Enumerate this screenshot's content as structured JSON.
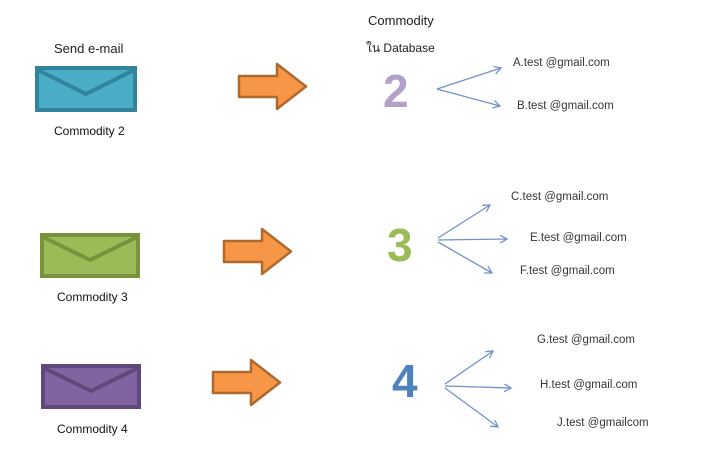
{
  "labels": {
    "send_email": "Send e-mail",
    "db_title_line1": "Commodity",
    "db_title_line2": "ใน Database"
  },
  "rows": [
    {
      "commodity": "Commodity 2",
      "number": "2",
      "number_color": "#B3A2C7",
      "envelope_fill": "#4BACC6",
      "envelope_stroke": "#31849B",
      "emails": [
        "A.test @gmail.com",
        "B.test @gmail.com"
      ]
    },
    {
      "commodity": "Commodity 3",
      "number": "3",
      "number_color": "#9BBB59",
      "envelope_fill": "#9BBB59",
      "envelope_stroke": "#77933C",
      "emails": [
        "C.test @gmail.com",
        "E.test @gmail.com",
        "F.test @gmail.com"
      ]
    },
    {
      "commodity": "Commodity 4",
      "number": "4",
      "number_color": "#4F81BD",
      "envelope_fill": "#8064A2",
      "envelope_stroke": "#5F497A",
      "emails": [
        "G.test @gmail.com",
        "H.test @gmail.com",
        "J.test @gmailcom"
      ]
    }
  ],
  "shapes": {
    "block_arrow_fill": "#F79646",
    "block_arrow_stroke": "#AE6A2D",
    "connector_color": "#7093C6"
  }
}
